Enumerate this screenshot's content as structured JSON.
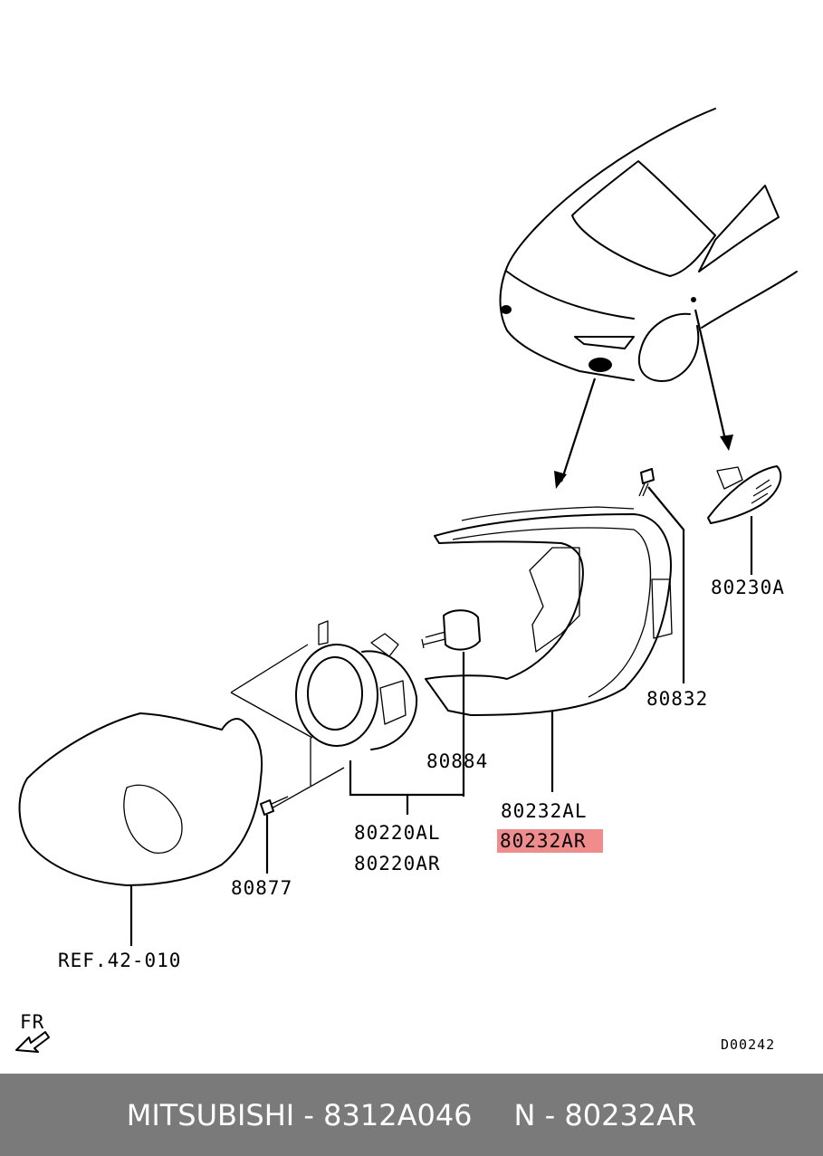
{
  "diagram": {
    "labels": {
      "p80230A": "80230A",
      "p80832": "80832",
      "p80884": "80884",
      "p80232AL": "80232AL",
      "p80232AR": "80232AR",
      "p80220AL": "80220AL",
      "p80220AR": "80220AR",
      "p80877": "80877",
      "ref": "REF.42-010",
      "fr": "FR",
      "code": "D00242"
    },
    "highlight_color": "#f08c8c"
  },
  "footer": {
    "brand_part": "MITSUBISHI - 8312A046",
    "ref_part": "N - 80232AR",
    "background": "#7a7a7a"
  }
}
